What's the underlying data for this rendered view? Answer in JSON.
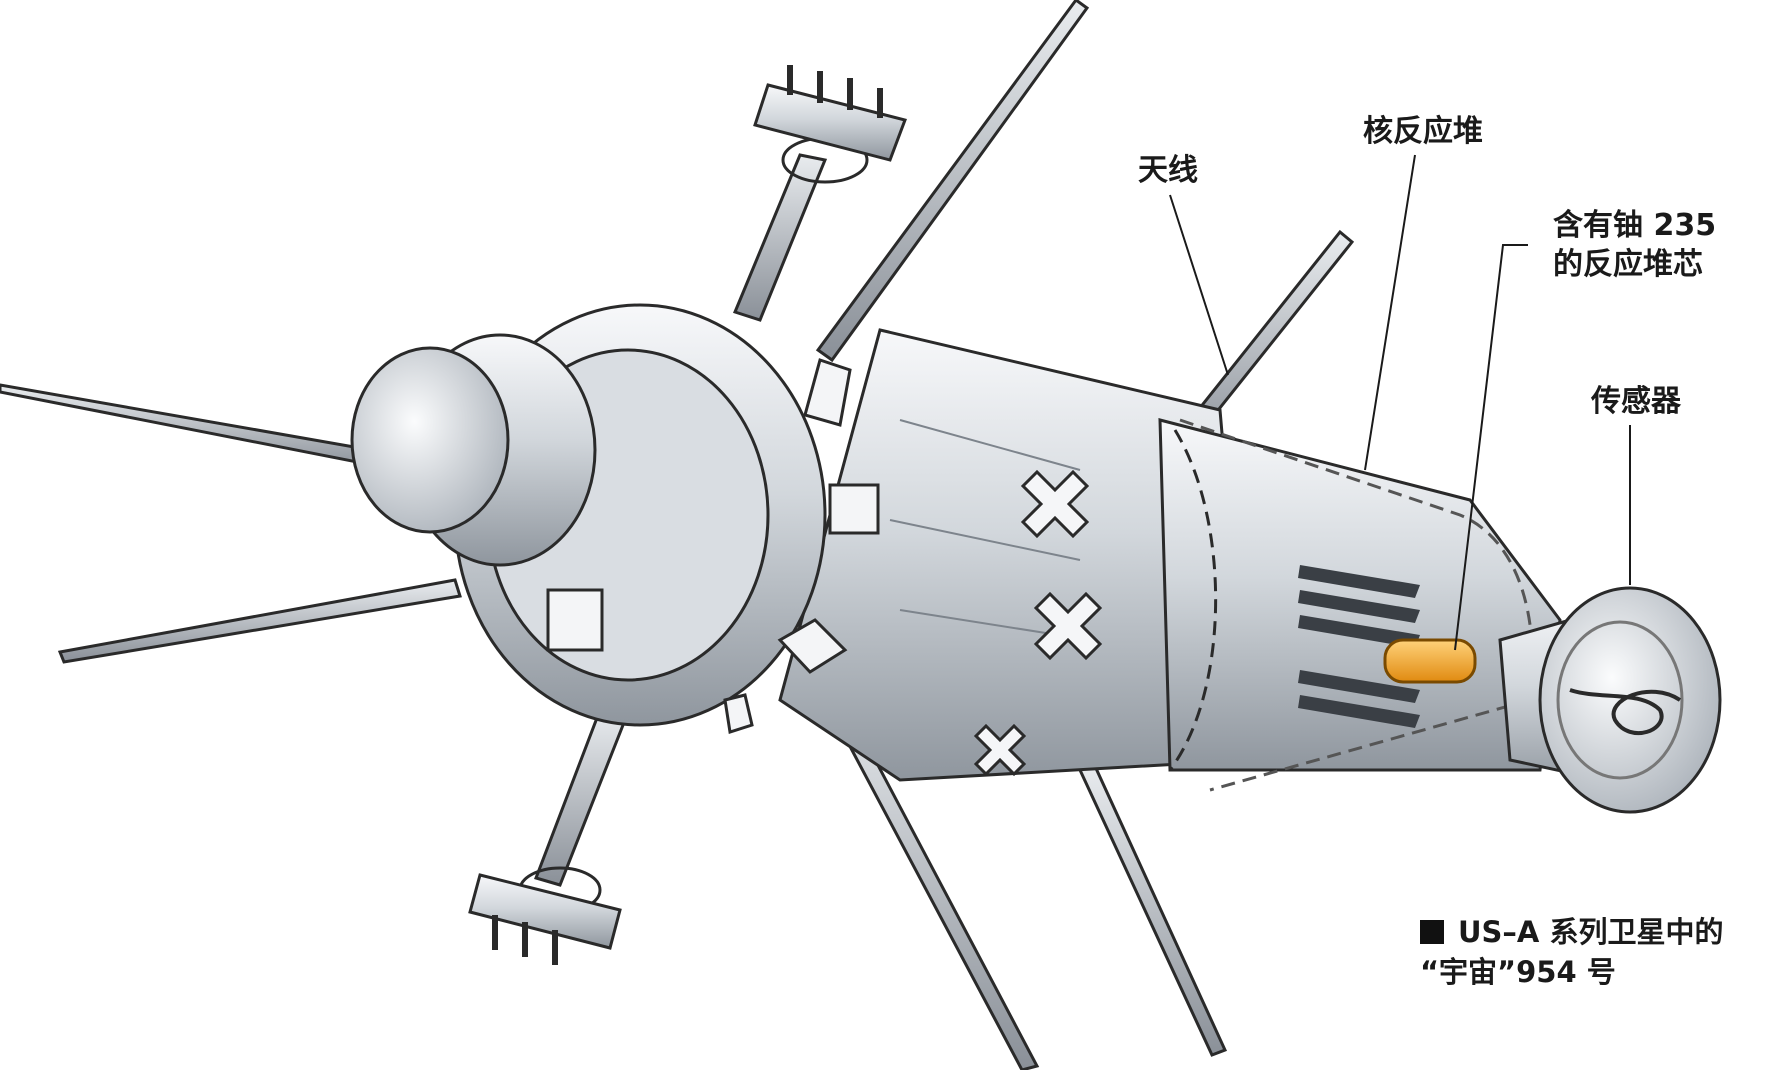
{
  "labels": {
    "antenna": "天线",
    "reactor": "核反应堆",
    "core_line1": "含有铀 235",
    "core_line2": "的反应堆芯",
    "sensor": "传感器"
  },
  "caption": {
    "line1": "US–A 系列卫星中的",
    "line2": "“宇宙”954 号"
  },
  "colors": {
    "metal_light": "#eef1f4",
    "metal_mid": "#c9ced4",
    "metal_dark": "#8d949c",
    "outline": "#2a2a2a",
    "uranium_core": "#f0a020"
  }
}
